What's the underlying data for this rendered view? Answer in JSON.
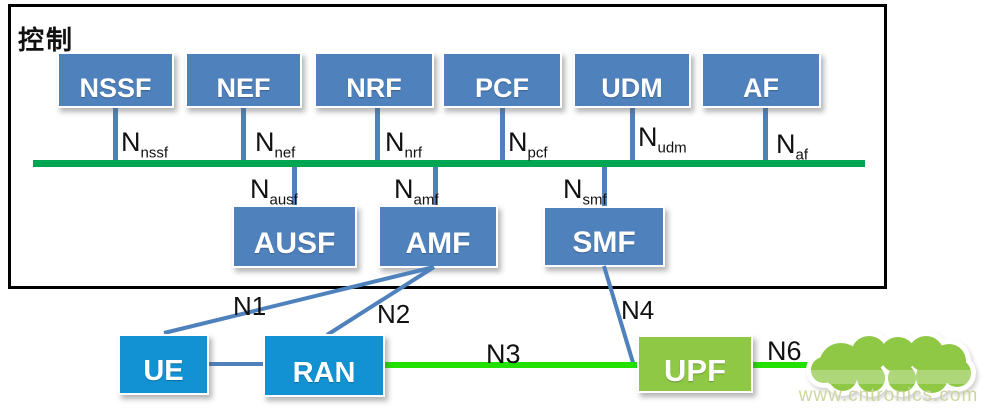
{
  "control": {
    "label": "控制"
  },
  "iface_base": "N",
  "nf_top": [
    {
      "name": "NSSF",
      "iface": "nssf"
    },
    {
      "name": "NEF",
      "iface": "nef"
    },
    {
      "name": "NRF",
      "iface": "nrf"
    },
    {
      "name": "PCF",
      "iface": "pcf"
    },
    {
      "name": "UDM",
      "iface": "udm"
    },
    {
      "name": "AF",
      "iface": "af"
    }
  ],
  "nf_mid": [
    {
      "name": "AUSF",
      "iface": "ausf"
    },
    {
      "name": "AMF",
      "iface": "amf"
    },
    {
      "name": "SMF",
      "iface": "smf"
    }
  ],
  "nodes": {
    "ue": "UE",
    "ran": "RAN",
    "upf": "UPF"
  },
  "refs": {
    "n1": "N1",
    "n2": "N2",
    "n3": "N3",
    "n4": "N4",
    "n6": "N6"
  },
  "watermark": "www.cntronics.com",
  "colors": {
    "box_blue": "#4f81bd",
    "access_blue": "#1292d2",
    "user_green": "#8ec845",
    "bus_green": "#00a551",
    "bright_green": "#22e000",
    "line_blue": "#4f81bd",
    "watermark_green": "#ccd49b"
  }
}
